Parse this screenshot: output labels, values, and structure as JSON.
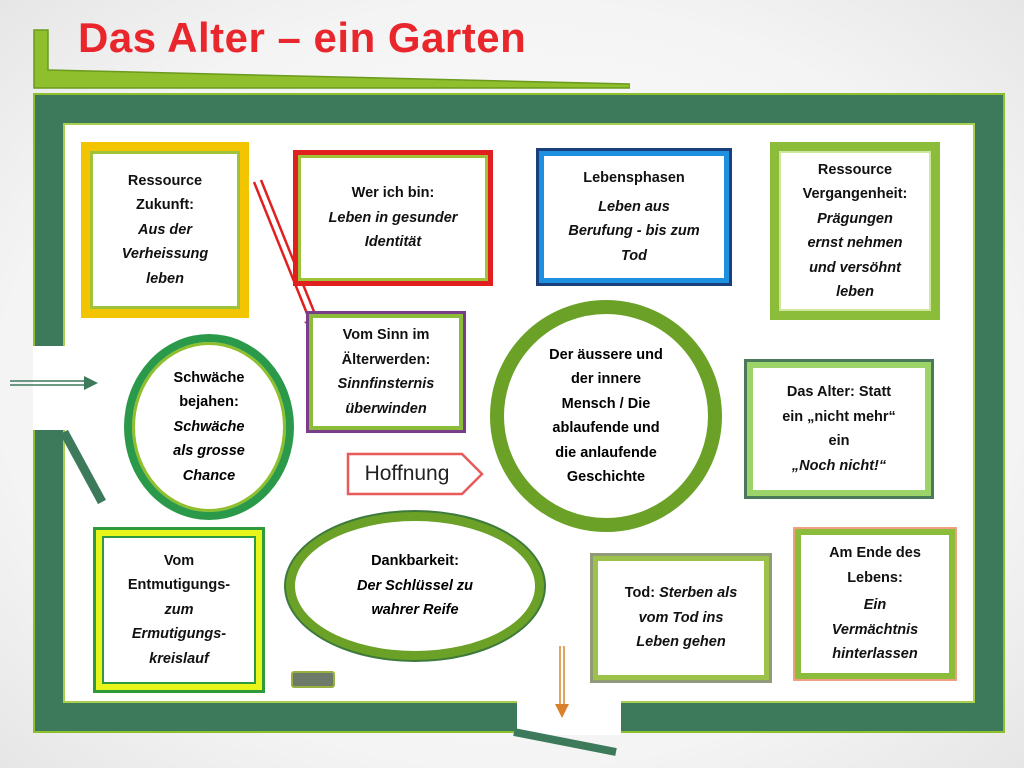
{
  "title": "Das Alter – ein Garten",
  "boxes": {
    "zukunft": {
      "line1": "Ressource",
      "line2": "Zukunft:",
      "line3": "Aus der",
      "line4": "Verheissung",
      "line5": "leben"
    },
    "identitaet": {
      "line1": "Wer ich bin:",
      "line2": "Leben in gesunder",
      "line3": "Identität"
    },
    "lebensphasen": {
      "line1": "Lebensphasen",
      "line2": "Leben aus",
      "line3": "Berufung - bis zum",
      "line4": "Tod"
    },
    "vergangenheit": {
      "line1": "Ressource",
      "line2": "Vergangenheit:",
      "line3": "Prägungen",
      "line4": "ernst nehmen",
      "line5": "und versöhnt",
      "line6": "leben"
    },
    "sinn": {
      "line1": "Vom Sinn im",
      "line2": "Älterwerden:",
      "line3": "Sinnfinsternis",
      "line4": "überwinden"
    },
    "schwaeche": {
      "line1": "Schwäche",
      "line2": "bejahen:",
      "line3": "Schwäche",
      "line4": "als grosse",
      "line5": "Chance"
    },
    "mensch": {
      "line1": "Der äussere und",
      "line2": "der innere",
      "line3": "Mensch / Die",
      "line4": "ablaufende und",
      "line5": "die anlaufende",
      "line6": "Geschichte"
    },
    "alter": {
      "line1": "Das Alter: Statt",
      "line2": "ein „nicht mehr“",
      "line3": "ein",
      "line4": "„Noch nicht!“"
    },
    "hoffnung": "Hoffnung",
    "entmutigung": {
      "line1": "Vom",
      "line2": "Entmutigungs-",
      "line3": "zum",
      "line4": "Ermutigungs-",
      "line5": "kreislauf"
    },
    "dankbarkeit": {
      "line1": "Dankbarkeit:",
      "line2": "Der Schlüssel zu",
      "line3": "wahrer Reife"
    },
    "tod": {
      "line1a": "Tod:",
      "line1b": "Sterben als",
      "line2": "vom Tod ins",
      "line3": "Leben gehen"
    },
    "ende": {
      "line1": "Am Ende des",
      "line2": "Lebens:",
      "line3": "Ein",
      "line4": "Vermächtnis",
      "line5": "hinterlassen"
    }
  },
  "colors": {
    "title": "#e8262b",
    "garden_wall": "#3d7a5c",
    "accent_green": "#8fbf2c",
    "arrow_red": "#e02020",
    "arrow_orange": "#d9822b"
  }
}
